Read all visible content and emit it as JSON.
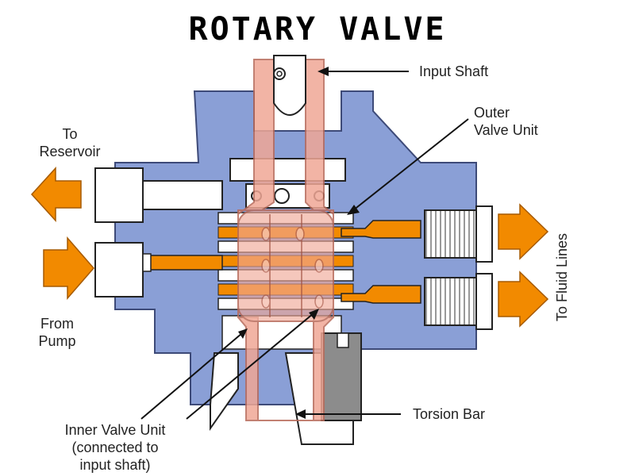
{
  "title": "ROTARY VALVE",
  "labels": {
    "input_shaft": "Input Shaft",
    "outer_valve_line1": "Outer",
    "outer_valve_line2": "Valve Unit",
    "to_reservoir_line1": "To",
    "to_reservoir_line2": "Reservoir",
    "from_pump_line1": "From",
    "from_pump_line2": "Pump",
    "to_fluid_lines": "To Fluid Lines",
    "inner_valve_line1": "Inner Valve Unit",
    "inner_valve_line2": "(connected to",
    "inner_valve_line3": "input shaft)",
    "torsion_bar": "Torsion Bar"
  },
  "colors": {
    "housing": "#8a9fd6",
    "housing_stroke": "#3d4a78",
    "fluid": "#f28a00",
    "inner_valve": "#f0a796",
    "inner_valve_stroke": "#b86a5a",
    "torsion_bar": "#8c8c8c",
    "metal": "#ffffff"
  }
}
